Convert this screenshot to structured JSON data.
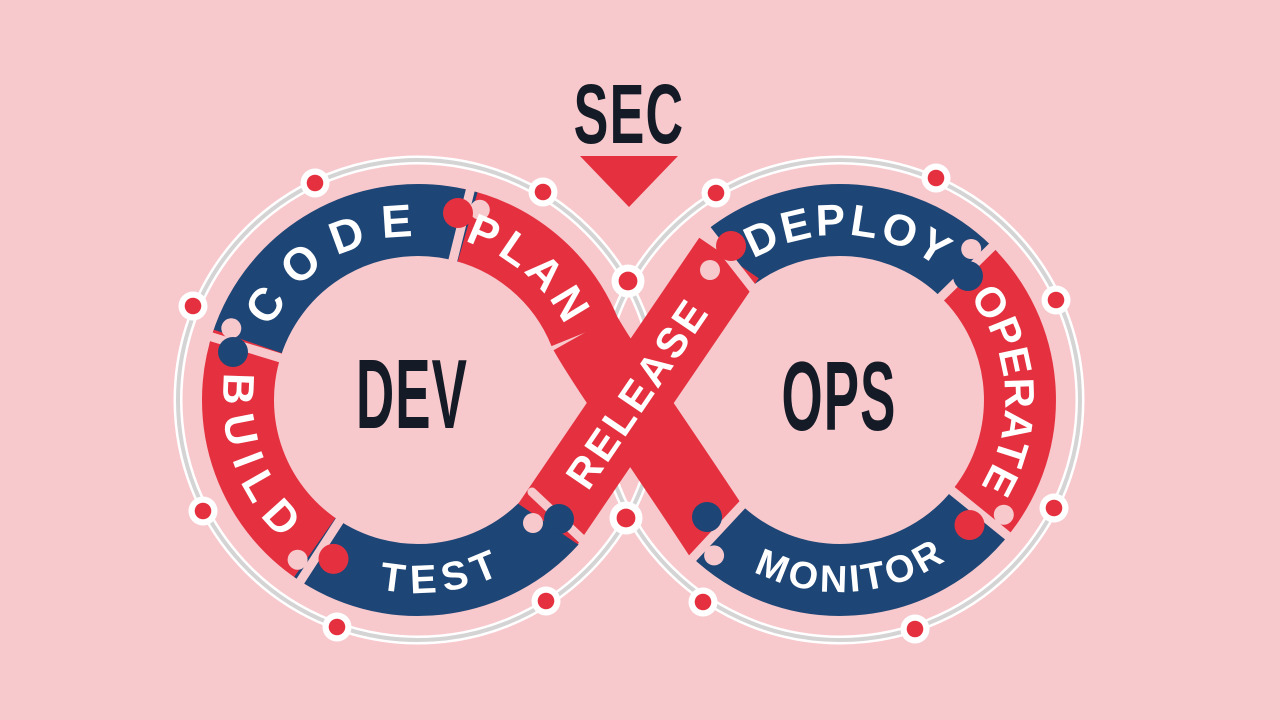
{
  "diagram": {
    "top_label": "SEC",
    "left_center_label": "DEV",
    "right_center_label": "OPS",
    "segment_labels": {
      "plan": "PLAN",
      "code": "CODE",
      "build": "BUILD",
      "test": "TEST",
      "release": "RELEASE",
      "deploy": "DEPLOY",
      "operate": "OPERATE",
      "monitor": "MONITOR"
    },
    "icons": {
      "sec_arrow": "down-arrow-icon",
      "dot_marker": "milestone-dot-icon",
      "joint": "puzzle-tab-icon"
    },
    "colors": {
      "background": "#f7c9cd",
      "red": "#e5313f",
      "blue": "#1d4575",
      "ring_gray": "#d4d4d4",
      "dark_text": "#141b26",
      "label_white": "#ffffff"
    }
  }
}
